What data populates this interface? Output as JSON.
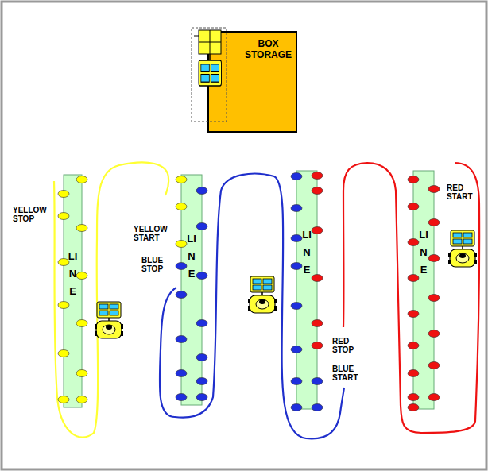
{
  "diagram": {
    "nodes": [
      {
        "text": [
          "BOX STORAGE"
        ]
      },
      {
        "text": [
          "LINE"
        ]
      },
      {
        "text": [
          "LINE"
        ]
      },
      {
        "text": [
          "LINE"
        ]
      },
      {
        "text": [
          "LINE"
        ]
      }
    ],
    "labels": [
      "RED START",
      "YELLOW STOP",
      "YELLOW START",
      "BLUE STOP",
      "RED STOP",
      "BLUE START"
    ]
  }
}
